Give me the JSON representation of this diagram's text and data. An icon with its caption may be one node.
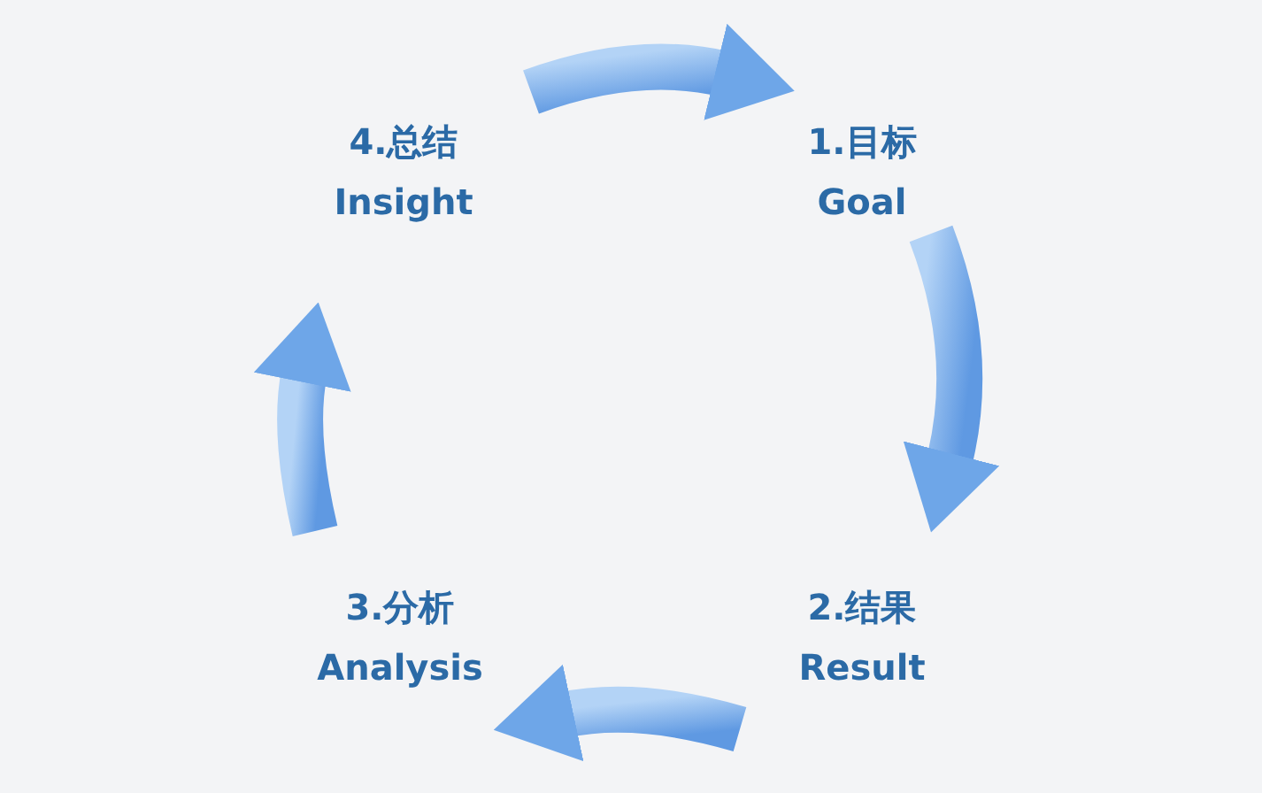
{
  "diagram": {
    "nodes": [
      {
        "text": [
          "1.目标",
          "Goal"
        ]
      },
      {
        "text": [
          "2.结果",
          "Result"
        ]
      },
      {
        "text": [
          "3.分析",
          "Analysis"
        ]
      },
      {
        "text": [
          "4.总结",
          "Insight"
        ]
      }
    ],
    "edges": [
      {
        "from": 3,
        "to": 0,
        "arrow": "to"
      },
      {
        "from": 0,
        "to": 1,
        "arrow": "to"
      },
      {
        "from": 1,
        "to": 2,
        "arrow": "to"
      },
      {
        "from": 2,
        "to": 3,
        "arrow": "to"
      }
    ]
  }
}
